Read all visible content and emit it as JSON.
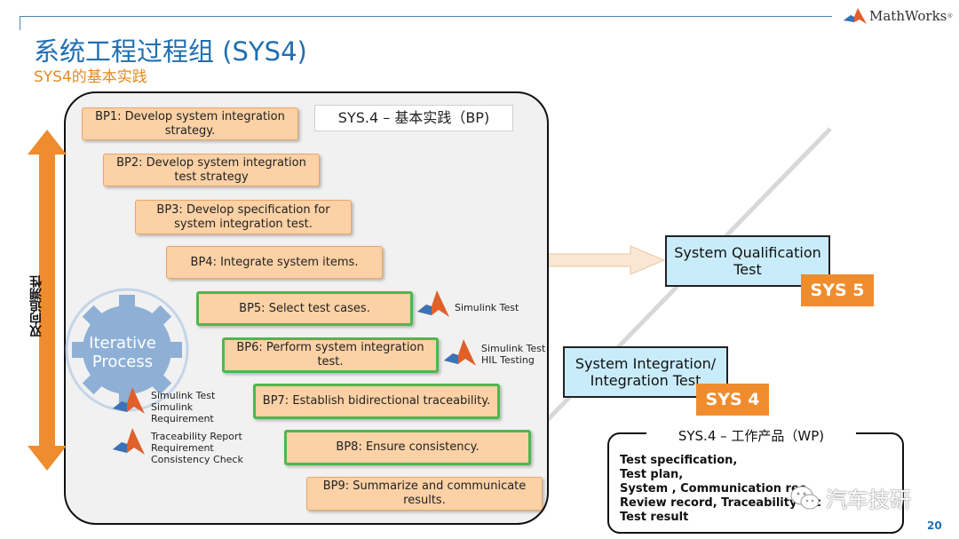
{
  "header": {
    "brand": "MathWorks",
    "brand_mark": "®"
  },
  "title": "系统工程过程组 (SYS4)",
  "subtitle": "SYS4的基本实践",
  "bp_panel": {
    "title": "SYS.4 – 基本实践（BP)",
    "side_label": "双向追溯性",
    "process": {
      "line1": "Iterative",
      "line2": "Process"
    },
    "items": [
      {
        "text": "BP1: Develop system integration\nstrategy.",
        "highlighted": false
      },
      {
        "text": "BP2: Develop system integration\ntest strategy",
        "highlighted": false
      },
      {
        "text": "BP3:  Develop specification for\nsystem integration test.",
        "highlighted": false
      },
      {
        "text": "BP4: Integrate system items.",
        "highlighted": false
      },
      {
        "text": "BP5: Select test cases.",
        "highlighted": true
      },
      {
        "text": "BP6:  Perform system integration\ntest.",
        "highlighted": true
      },
      {
        "text": "BP7:  Establish bidirectional traceability.",
        "highlighted": true
      },
      {
        "text": "BP8:   Ensure consistency.",
        "highlighted": true
      },
      {
        "text": "BP9:   Summarize and communicate\nresults.",
        "highlighted": false
      }
    ],
    "tools": [
      {
        "label": "Simulink Test",
        "icon": "matlab-icon"
      },
      {
        "label": "Simulink Test\nHIL Testing",
        "icon": "matlab-icon"
      },
      {
        "label": "Simulink Test\nSimulink\nRequirement",
        "icon": "matlab-icon"
      },
      {
        "label": "Traceability Report\nRequirement\nConsistency Check",
        "icon": "matlab-icon"
      }
    ]
  },
  "right": {
    "qualification": {
      "label": "System Qualification\nTest",
      "badge": "SYS 5"
    },
    "integration": {
      "label": "System Integration/\nIntegration Test",
      "badge": "SYS 4"
    }
  },
  "wp_panel": {
    "title": "SYS.4 – 工作产品（WP)",
    "items": [
      "Test specification,",
      "Test plan,",
      "System , Communication rec",
      "Review record, Traceability rec",
      "Test result"
    ]
  },
  "watermark": "汽车技研",
  "page_number": "20",
  "colors": {
    "title_blue": "#1f6fb2",
    "subtitle_orange": "#e58a1f",
    "bp_fill": "#fbd1a5",
    "bp_highlight_border": "#4cb84c",
    "sys_badge": "#ef8c2d",
    "box_blue": "#c9ecfb",
    "arrow_orange": "#ef8c2d",
    "gear_blue": "#8fb0d6"
  }
}
